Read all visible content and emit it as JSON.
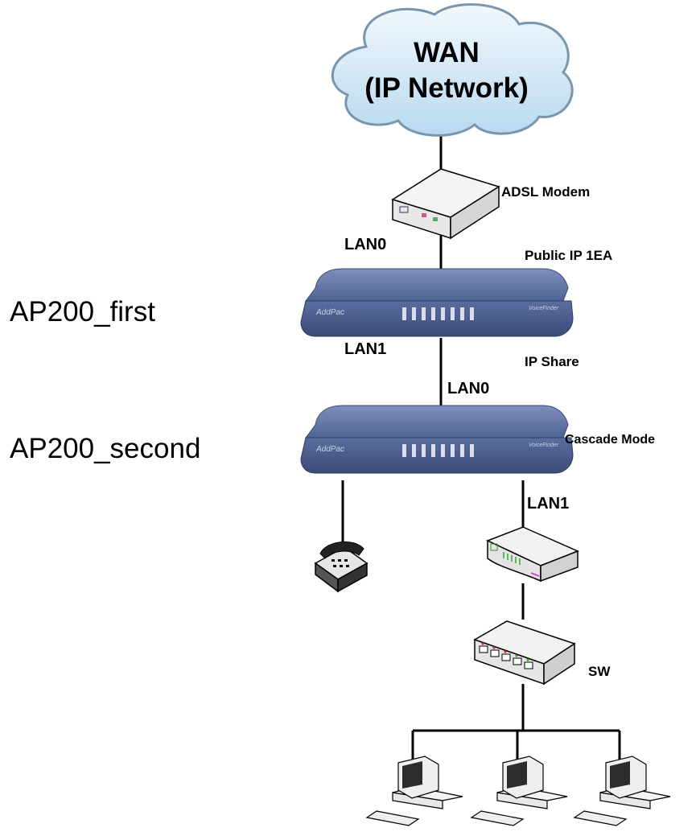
{
  "cloud": {
    "line1": "WAN",
    "line2": "(IP Network)"
  },
  "labels": {
    "adsl_modem": "ADSL Modem",
    "lan0_top": "LAN0",
    "public_ip": "Public IP 1EA",
    "ap200_first": "AP200_first",
    "lan1_mid": "LAN1",
    "ip_share": "IP Share",
    "lan0_mid": "LAN0",
    "ap200_second": "AP200_second",
    "cascade_mode": "Cascade Mode",
    "lan1_bottom": "LAN1",
    "sw": "SW"
  },
  "device_brand": "AddPac",
  "device_model_text": "VoiceFinder",
  "colors": {
    "cloud_fill": "#cde6f7",
    "device_blue": "#5a6f9e",
    "line": "#000000"
  }
}
